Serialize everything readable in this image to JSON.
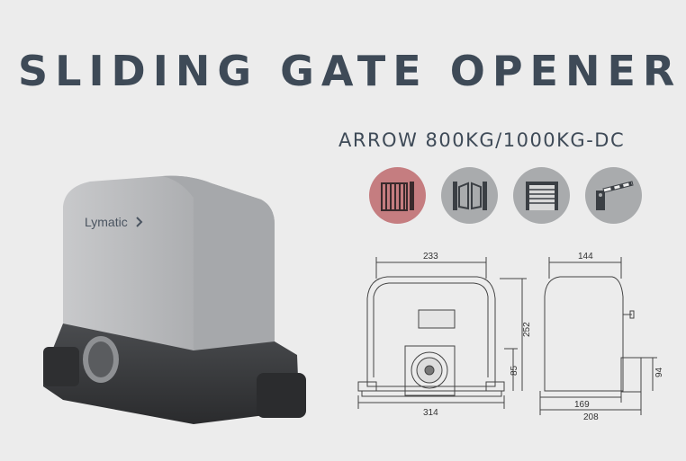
{
  "title": "SLIDING GATE OPENER",
  "subtitle": "ARROW  800KG/1000KG-DC",
  "brand": "Lymatic",
  "applications": [
    {
      "icon": "sliding-gate-icon",
      "active": true
    },
    {
      "icon": "swing-gate-icon",
      "active": false
    },
    {
      "icon": "garage-door-icon",
      "active": false
    },
    {
      "icon": "barrier-gate-icon",
      "active": false
    }
  ],
  "dimensions": {
    "front_width_top": "233",
    "front_height": "252",
    "front_gear_height": "85",
    "front_width_bottom": "314",
    "side_width_top": "144",
    "side_height": "94",
    "side_width_mid": "169",
    "side_width_bottom": "208"
  },
  "colors": {
    "title": "#3e4a57",
    "active_icon": "#c57d80",
    "inactive_icon": "#a9abad"
  }
}
